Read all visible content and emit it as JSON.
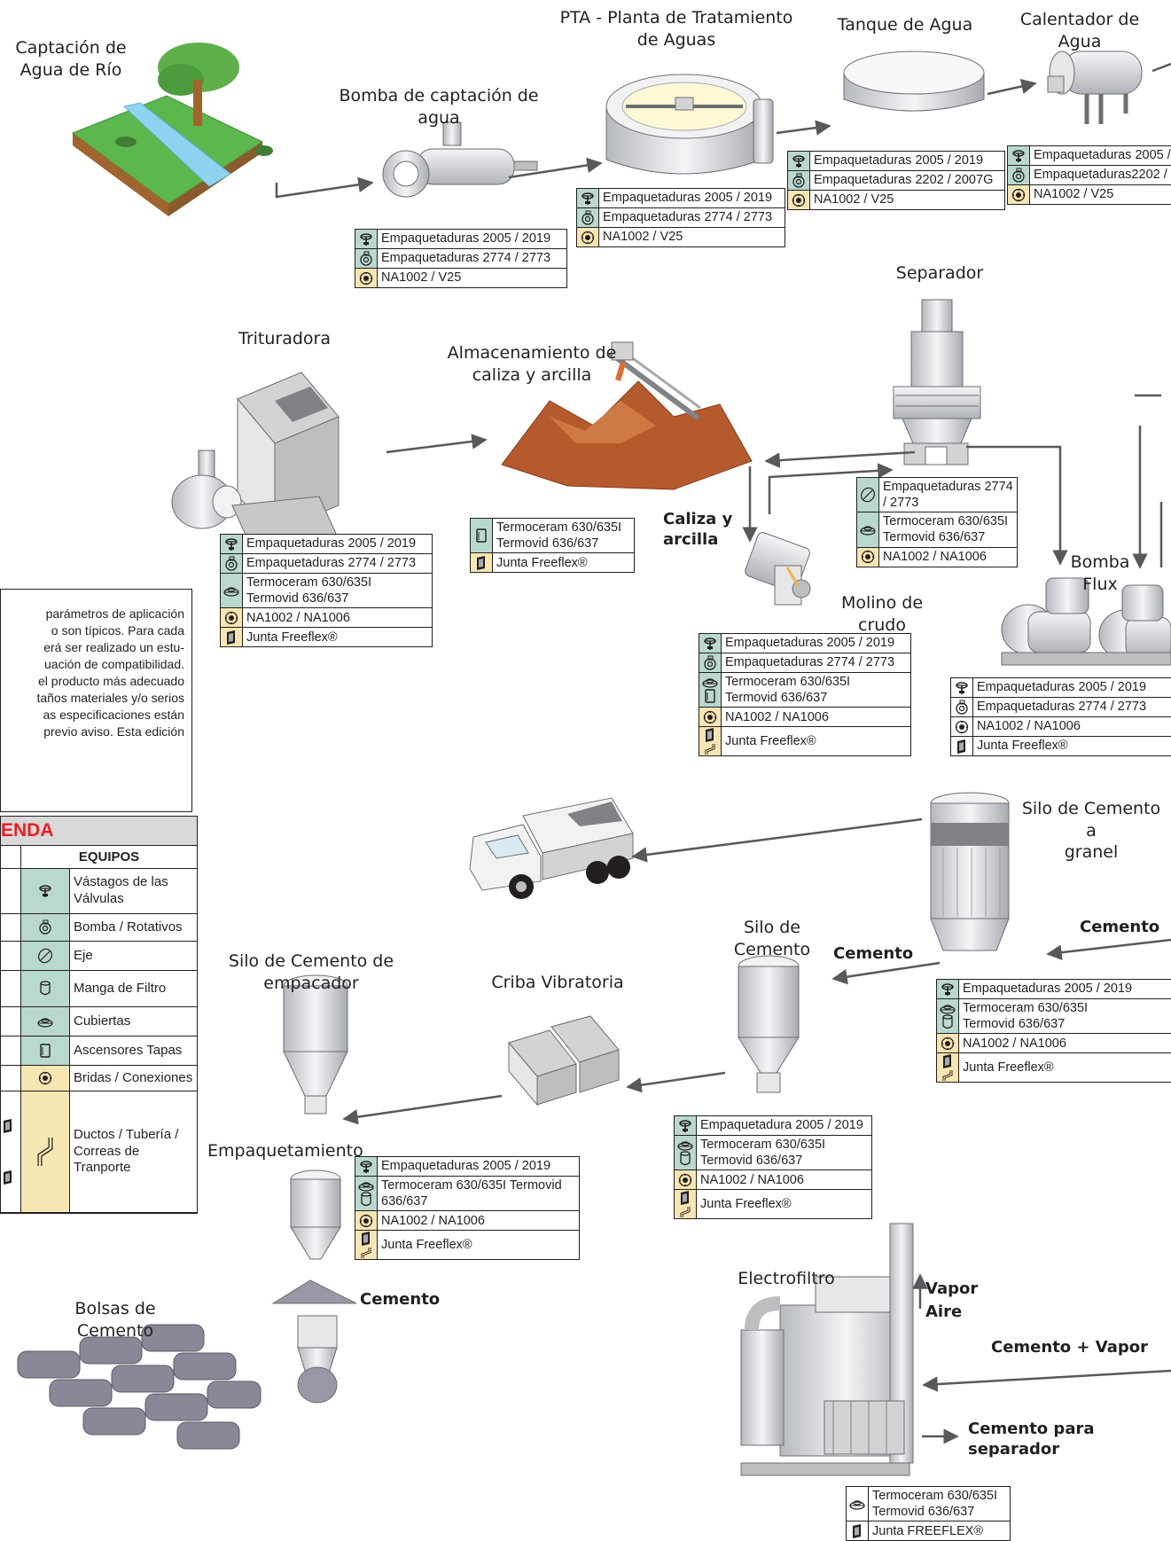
{
  "stations": {
    "captacion": "Captación de\nAgua de Río",
    "bomba_captacion": "Bomba de captación de agua",
    "pta": "PTA - Planta de Tratamiento\nde Aguas",
    "tanque": "Tanque de Agua",
    "calentador": "Calentador de Agua",
    "separador": "Separador",
    "trituradora": "Trituradora",
    "almacenamiento": "Almacenamiento de\ncaliza y arcilla",
    "caliza": "Caliza y\narcilla",
    "molino": "Molino de crudo",
    "bomba_flux": "Bomba Flux",
    "silo_granel": "Silo de Cemento a\ngranel",
    "silo_cemento": "Silo de Cemento",
    "silo_empacador": "Silo de Cemento de\nempacador",
    "criba": "Criba Vibratoria",
    "empaquetamiento": "Empaquetamiento",
    "bolsas": "Bolsas de Cemento",
    "electrofiltro": "Electrofiltro"
  },
  "flow_labels": {
    "cemento_1": "Cemento",
    "cemento_2": "Cemento",
    "cemento_3": "Cemento",
    "vapor": "Vapor",
    "aire": "Aire",
    "cemento_vapor": "Cemento + Vapor",
    "cemento_separador": "Cemento para\nseparador"
  },
  "tables": {
    "bomba_captacion": [
      {
        "icon": "valve-stem",
        "bg": "g",
        "text": [
          "Empaquetaduras 2005 / 2019"
        ]
      },
      {
        "icon": "pump",
        "bg": "g",
        "text": [
          "Empaquetaduras 2774 / 2773"
        ]
      },
      {
        "icon": "flange",
        "bg": "y",
        "text": [
          "NA1002 / V25"
        ]
      }
    ],
    "pta": [
      {
        "icon": "valve-stem",
        "bg": "g",
        "text": [
          "Empaquetaduras 2005 / 2019"
        ]
      },
      {
        "icon": "pump",
        "bg": "g",
        "text": [
          "Empaquetaduras 2774 / 2773"
        ]
      },
      {
        "icon": "flange",
        "bg": "y",
        "text": [
          "NA1002 / V25"
        ]
      }
    ],
    "tanque": [
      {
        "icon": "valve-stem",
        "bg": "g",
        "text": [
          "Empaquetaduras 2005 / 2019"
        ]
      },
      {
        "icon": "pump",
        "bg": "g",
        "text": [
          "Empaquetaduras 2202 / 2007G"
        ]
      },
      {
        "icon": "flange",
        "bg": "y",
        "text": [
          "NA1002 / V25"
        ]
      }
    ],
    "calentador": [
      {
        "icon": "valve-stem",
        "bg": "g",
        "text": [
          "Empaquetaduras 2005 /"
        ]
      },
      {
        "icon": "pump",
        "bg": "g",
        "text": [
          "Empaquetaduras2202 /"
        ]
      },
      {
        "icon": "flange",
        "bg": "y",
        "text": [
          "NA1002 / V25"
        ]
      }
    ],
    "trituradora": [
      {
        "icon": "valve-stem",
        "bg": "g",
        "text": [
          "Empaquetaduras 2005 / 2019"
        ]
      },
      {
        "icon": "pump",
        "bg": "g",
        "text": [
          "Empaquetaduras 2774 / 2773"
        ]
      },
      {
        "icon": "cover",
        "bg": "g",
        "text": [
          "Termoceram 630/635I",
          "Termovid 636/637"
        ]
      },
      {
        "icon": "flange",
        "bg": "y",
        "text": [
          "NA1002 / NA1006"
        ]
      },
      {
        "icon": "freeflex",
        "bg": "y",
        "text": [
          "Junta Freeflex®"
        ]
      }
    ],
    "almacenamiento": [
      {
        "icon": "lift-cover",
        "bg": "g",
        "text": [
          "Termoceram 630/635I",
          "Termovid 636/637"
        ]
      },
      {
        "icon": "freeflex",
        "bg": "y",
        "text": [
          "Junta Freeflex®"
        ]
      }
    ],
    "separador": [
      {
        "icon": "shaft",
        "bg": "g",
        "text": [
          "Empaquetaduras 2774",
          "/ 2773"
        ]
      },
      {
        "icon": "cover",
        "bg": "g",
        "text": [
          "Termoceram 630/635I",
          "Termovid 636/637"
        ]
      },
      {
        "icon": "flange",
        "bg": "y",
        "text": [
          "NA1002 / NA1006"
        ]
      }
    ],
    "molino": [
      {
        "icon": "valve-stem",
        "bg": "g",
        "text": [
          "Empaquetaduras 2005 / 2019"
        ]
      },
      {
        "icon": "pump",
        "bg": "g",
        "text": [
          "Empaquetaduras 2774 / 2773"
        ]
      },
      {
        "icon": "cover-lift",
        "bg": "g",
        "text": [
          "Termoceram 630/635I",
          "Termovid 636/637"
        ]
      },
      {
        "icon": "flange",
        "bg": "y",
        "text": [
          "NA1002 / NA1006"
        ]
      },
      {
        "icon": "freeflex-duct",
        "bg": "y",
        "text": [
          "Junta Freeflex®"
        ]
      }
    ],
    "bomba_flux": [
      {
        "icon": "valve-stem",
        "bg": "w",
        "text": [
          "Empaquetaduras 2005 / 2019"
        ]
      },
      {
        "icon": "pump",
        "bg": "w",
        "text": [
          "Empaquetaduras 2774 / 2773"
        ]
      },
      {
        "icon": "flange",
        "bg": "w",
        "text": [
          "NA1002 / NA1006"
        ]
      },
      {
        "icon": "freeflex",
        "bg": "w",
        "text": [
          "Junta Freeflex®"
        ]
      }
    ],
    "silo_granel": [
      {
        "icon": "valve-stem",
        "bg": "g",
        "text": [
          "Empaquetaduras 2005 / 2019"
        ]
      },
      {
        "icon": "cover-bag",
        "bg": "g",
        "text": [
          "Termoceram 630/635I",
          "Termovid 636/637"
        ]
      },
      {
        "icon": "flange",
        "bg": "y",
        "text": [
          "NA1002 / NA1006"
        ]
      },
      {
        "icon": "freeflex-duct",
        "bg": "y",
        "text": [
          "Junta Freeflex®"
        ]
      }
    ],
    "silo_cemento": [
      {
        "icon": "valve-stem",
        "bg": "g",
        "text": [
          "Empaquetadura 2005 / 2019"
        ]
      },
      {
        "icon": "cover-bag",
        "bg": "g",
        "text": [
          "Termoceram 630/635I",
          "Termovid 636/637"
        ]
      },
      {
        "icon": "flange",
        "bg": "y",
        "text": [
          "NA1002 / NA1006"
        ]
      },
      {
        "icon": "freeflex-duct",
        "bg": "y",
        "text": [
          "Junta Freeflex®"
        ]
      }
    ],
    "empaquetamiento": [
      {
        "icon": "valve-stem",
        "bg": "g",
        "text": [
          "Empaquetaduras 2005 / 2019"
        ]
      },
      {
        "icon": "cover-bag",
        "bg": "g",
        "text": [
          "Termoceram 630/635I  Termovid",
          "636/637"
        ]
      },
      {
        "icon": "flange",
        "bg": "y",
        "text": [
          "NA1002 / NA1006"
        ]
      },
      {
        "icon": "freeflex-duct",
        "bg": "y",
        "text": [
          "Junta Freeflex®"
        ]
      }
    ],
    "electrofiltro": [
      {
        "icon": "cover",
        "bg": "w",
        "text": [
          "Termoceram 630/635I",
          "Termovid 636/637"
        ]
      },
      {
        "icon": "freeflex",
        "bg": "w",
        "text": [
          "Junta FREEFLEX®"
        ]
      }
    ]
  },
  "note_lines": [
    "parámetros de aplicación",
    "o son típicos. Para cada",
    "erá ser realizado un estu-",
    "uación de compatibilidad.",
    "el producto más adecuado",
    "taños materiales y/o serios",
    "as especificaciones están",
    "previo aviso. Esta edición"
  ],
  "legend": {
    "title": "ENDA",
    "column": "EQUIPOS",
    "items": [
      {
        "icon": "valve-stem",
        "label": "Vástagos de las Válvulas"
      },
      {
        "icon": "pump",
        "label": "Bomba / Rotativos"
      },
      {
        "icon": "shaft",
        "label": "Eje"
      },
      {
        "icon": "filter-bag",
        "label": "Manga de Filtro"
      },
      {
        "icon": "cover",
        "label": "Cubiertas"
      },
      {
        "icon": "lift-cover",
        "label": "Ascensores Tapas"
      },
      {
        "icon": "flange",
        "label": "Bridas / Conexiones"
      },
      {
        "icon": "duct",
        "label": "Ductos / Tubería / Correas de Tranporte"
      }
    ]
  },
  "colors": {
    "green": "#b9d8cf",
    "yellow": "#f7e6b2",
    "legend_title": "#ed1c24",
    "soil": "#b45a2c",
    "grass": "#4fae4a",
    "water": "#8fd3f0"
  }
}
